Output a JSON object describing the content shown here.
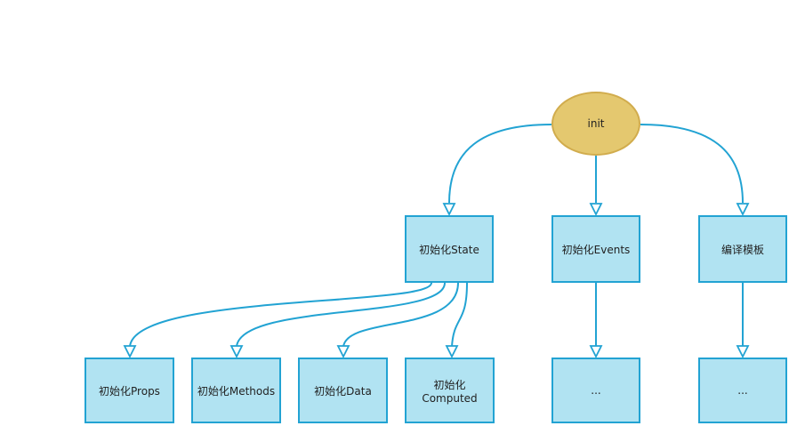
{
  "nodes": {
    "init": "init",
    "init_state": "初始化State",
    "init_events": "初始化Events",
    "compile_template": "编译模板",
    "init_props": "初始化Props",
    "init_methods": "初始化Methods",
    "init_data": "初始化Data",
    "init_computed": "初始化Computed",
    "events_more": "...",
    "template_more": "..."
  },
  "colors": {
    "node_fill": "#b1e3f2",
    "node_border": "#22a3d3",
    "ellipse_fill": "#e4c86f",
    "ellipse_border": "#d1ac4d",
    "edge": "#22a3d3"
  }
}
